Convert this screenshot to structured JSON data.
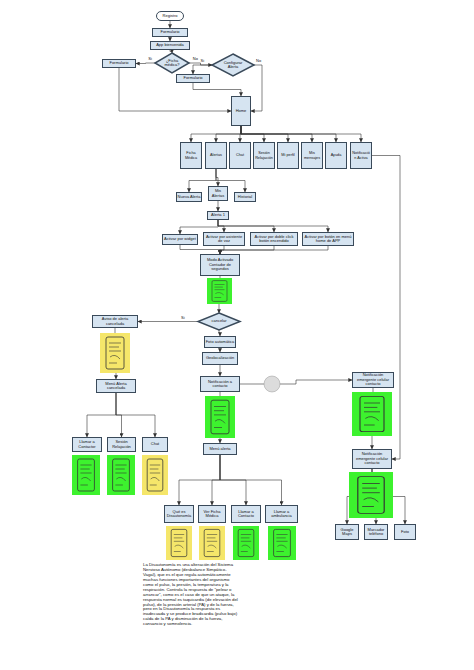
{
  "diagram": {
    "nodes": [
      {
        "text": [
          "Registro"
        ]
      },
      {
        "text": [
          "Formulario"
        ]
      },
      {
        "text": [
          "App bienvenida"
        ]
      },
      {
        "text": [
          "¿Ficha médica?"
        ]
      },
      {
        "text": [
          "Formulario"
        ]
      },
      {
        "text": [
          "Configurar Alerta"
        ]
      },
      {
        "text": [
          "Formulario"
        ]
      },
      {
        "text": [
          "Home"
        ]
      },
      {
        "text": [
          "Ficha Médica"
        ]
      },
      {
        "text": [
          "Alertas"
        ]
      },
      {
        "text": [
          "Chat"
        ]
      },
      {
        "text": [
          "Sesión Relajación"
        ]
      },
      {
        "text": [
          "Mi perfil"
        ]
      },
      {
        "text": [
          "Mis mensajes"
        ]
      },
      {
        "text": [
          "Ayuda"
        ]
      },
      {
        "text": [
          "Notificación Activa"
        ]
      },
      {
        "text": [
          "Nueva Alerta"
        ]
      },
      {
        "text": [
          "Mis Alertas"
        ]
      },
      {
        "text": [
          "Historial"
        ]
      },
      {
        "text": [
          "Alerta 1"
        ]
      },
      {
        "text": [
          "Activar por widget"
        ]
      },
      {
        "text": [
          "Activar por asistente de voz"
        ]
      },
      {
        "text": [
          "Activar por doble click botón encendido"
        ]
      },
      {
        "text": [
          "Activar por botón en menú home de APP"
        ]
      },
      {
        "text": [
          "Modo Activado Contador de segundos"
        ]
      },
      {
        "text": [
          "cancelar"
        ]
      },
      {
        "text": [
          "Aviso de alerta cancelada"
        ]
      },
      {
        "text": [
          "Foto automática"
        ]
      },
      {
        "text": [
          "Geolocalización"
        ]
      },
      {
        "text": [
          "Notificación a contacto"
        ]
      },
      {
        "text": [
          "Notificación emergente celular contacto"
        ]
      },
      {
        "text": [
          "Menú Alerta cancelada"
        ]
      },
      {
        "text": [
          "Notificación emergente celular contacto"
        ]
      },
      {
        "text": [
          "Llamar a Contactor"
        ]
      },
      {
        "text": [
          "Sesión Relajación"
        ]
      },
      {
        "text": [
          "Chat"
        ]
      },
      {
        "text": [
          "Menú alerta"
        ]
      },
      {
        "text": [
          "Qué es Disautonomía"
        ]
      },
      {
        "text": [
          "Ver Ficha Médica"
        ]
      },
      {
        "text": [
          "Llamar a Contacto"
        ]
      },
      {
        "text": [
          "Llamar a ambulancia"
        ]
      },
      {
        "text": [
          "Google Maps"
        ]
      },
      {
        "text": [
          "Marcador teléfono"
        ]
      },
      {
        "text": [
          "Foto"
        ]
      }
    ],
    "edges": [
      {
        "from": 0,
        "to": 1,
        "arrow": "to"
      },
      {
        "from": 1,
        "to": 2,
        "arrow": "to"
      },
      {
        "from": 2,
        "to": 3,
        "arrow": "to"
      },
      {
        "from": 3,
        "to": 4,
        "label": "Si",
        "arrow": "to"
      },
      {
        "from": 3,
        "to": 5,
        "label": "No",
        "arrow": "to"
      },
      {
        "from": 5,
        "to": 6,
        "label": "Si",
        "arrow": "to"
      },
      {
        "from": 5,
        "to": 7,
        "label": "No",
        "arrow": "to"
      },
      {
        "from": 4,
        "to": 7,
        "arrow": "to"
      },
      {
        "from": 6,
        "to": 7,
        "arrow": "to"
      },
      {
        "from": 7,
        "to": 8,
        "arrow": "to"
      },
      {
        "from": 7,
        "to": 9,
        "arrow": "to"
      },
      {
        "from": 7,
        "to": 10,
        "arrow": "to"
      },
      {
        "from": 7,
        "to": 11,
        "arrow": "to"
      },
      {
        "from": 7,
        "to": 12,
        "arrow": "to"
      },
      {
        "from": 7,
        "to": 13,
        "arrow": "to"
      },
      {
        "from": 7,
        "to": 14,
        "arrow": "to"
      },
      {
        "from": 7,
        "to": 15,
        "arrow": "to"
      },
      {
        "from": 9,
        "to": 16,
        "arrow": "to"
      },
      {
        "from": 9,
        "to": 17,
        "arrow": "to"
      },
      {
        "from": 9,
        "to": 18,
        "arrow": "to"
      },
      {
        "from": 17,
        "to": 19,
        "arrow": "to"
      },
      {
        "from": 19,
        "to": 20,
        "arrow": "to"
      },
      {
        "from": 19,
        "to": 21,
        "arrow": "to"
      },
      {
        "from": 19,
        "to": 22,
        "arrow": "to"
      },
      {
        "from": 19,
        "to": 23,
        "arrow": "to"
      },
      {
        "from": 20,
        "to": 24,
        "arrow": "to"
      },
      {
        "from": 21,
        "to": 24,
        "arrow": "to"
      },
      {
        "from": 22,
        "to": 24,
        "arrow": "to"
      },
      {
        "from": 23,
        "to": 24,
        "arrow": "to"
      },
      {
        "from": 24,
        "to": 25,
        "arrow": "to"
      },
      {
        "from": 25,
        "to": 26,
        "label": "Si",
        "arrow": "to"
      },
      {
        "from": 25,
        "to": 27,
        "arrow": "to"
      },
      {
        "from": 27,
        "to": 28,
        "arrow": "to"
      },
      {
        "from": 28,
        "to": 29,
        "arrow": "to"
      },
      {
        "from": 26,
        "to": 31,
        "arrow": "to"
      },
      {
        "from": 31,
        "to": 33,
        "arrow": "to"
      },
      {
        "from": 31,
        "to": 34,
        "arrow": "to"
      },
      {
        "from": 31,
        "to": 35,
        "arrow": "to"
      },
      {
        "from": 29,
        "to": 30,
        "arrow": "to"
      },
      {
        "from": 30,
        "to": 32,
        "arrow": "to"
      },
      {
        "from": 29,
        "to": 36,
        "arrow": "to"
      },
      {
        "from": 36,
        "to": 37,
        "arrow": "to"
      },
      {
        "from": 36,
        "to": 38,
        "arrow": "to"
      },
      {
        "from": 36,
        "to": 39,
        "arrow": "to"
      },
      {
        "from": 36,
        "to": 40,
        "arrow": "to"
      },
      {
        "from": 32,
        "to": 41,
        "arrow": "to"
      },
      {
        "from": 32,
        "to": 42,
        "arrow": "to"
      },
      {
        "from": 32,
        "to": 43,
        "arrow": "to"
      },
      {
        "from": 15,
        "to": 32,
        "arrow": "to"
      }
    ],
    "labels": [
      "La Disautonomía es una alteración del Sistema Nervioso Autónomo (desbalance Simpático-Vagal), que es el que regula automáticamente muchas funciones importantes del organismo como el pulso, la presión, la temperatura y la respiración. Controla la respuesta de \"pelear o arrancar\", como es el caso de que un ataque, la respuesta normal es taquicardia (de elevación del pulso), de la presión arterial (PA) y de la fuerza, pero en la Disautonomía la respuesta es inadecuada y se produce bradicardia (pulso bajo) caída de la PA y disminución de la fuerza, cansancio y somnolencia."
    ]
  }
}
